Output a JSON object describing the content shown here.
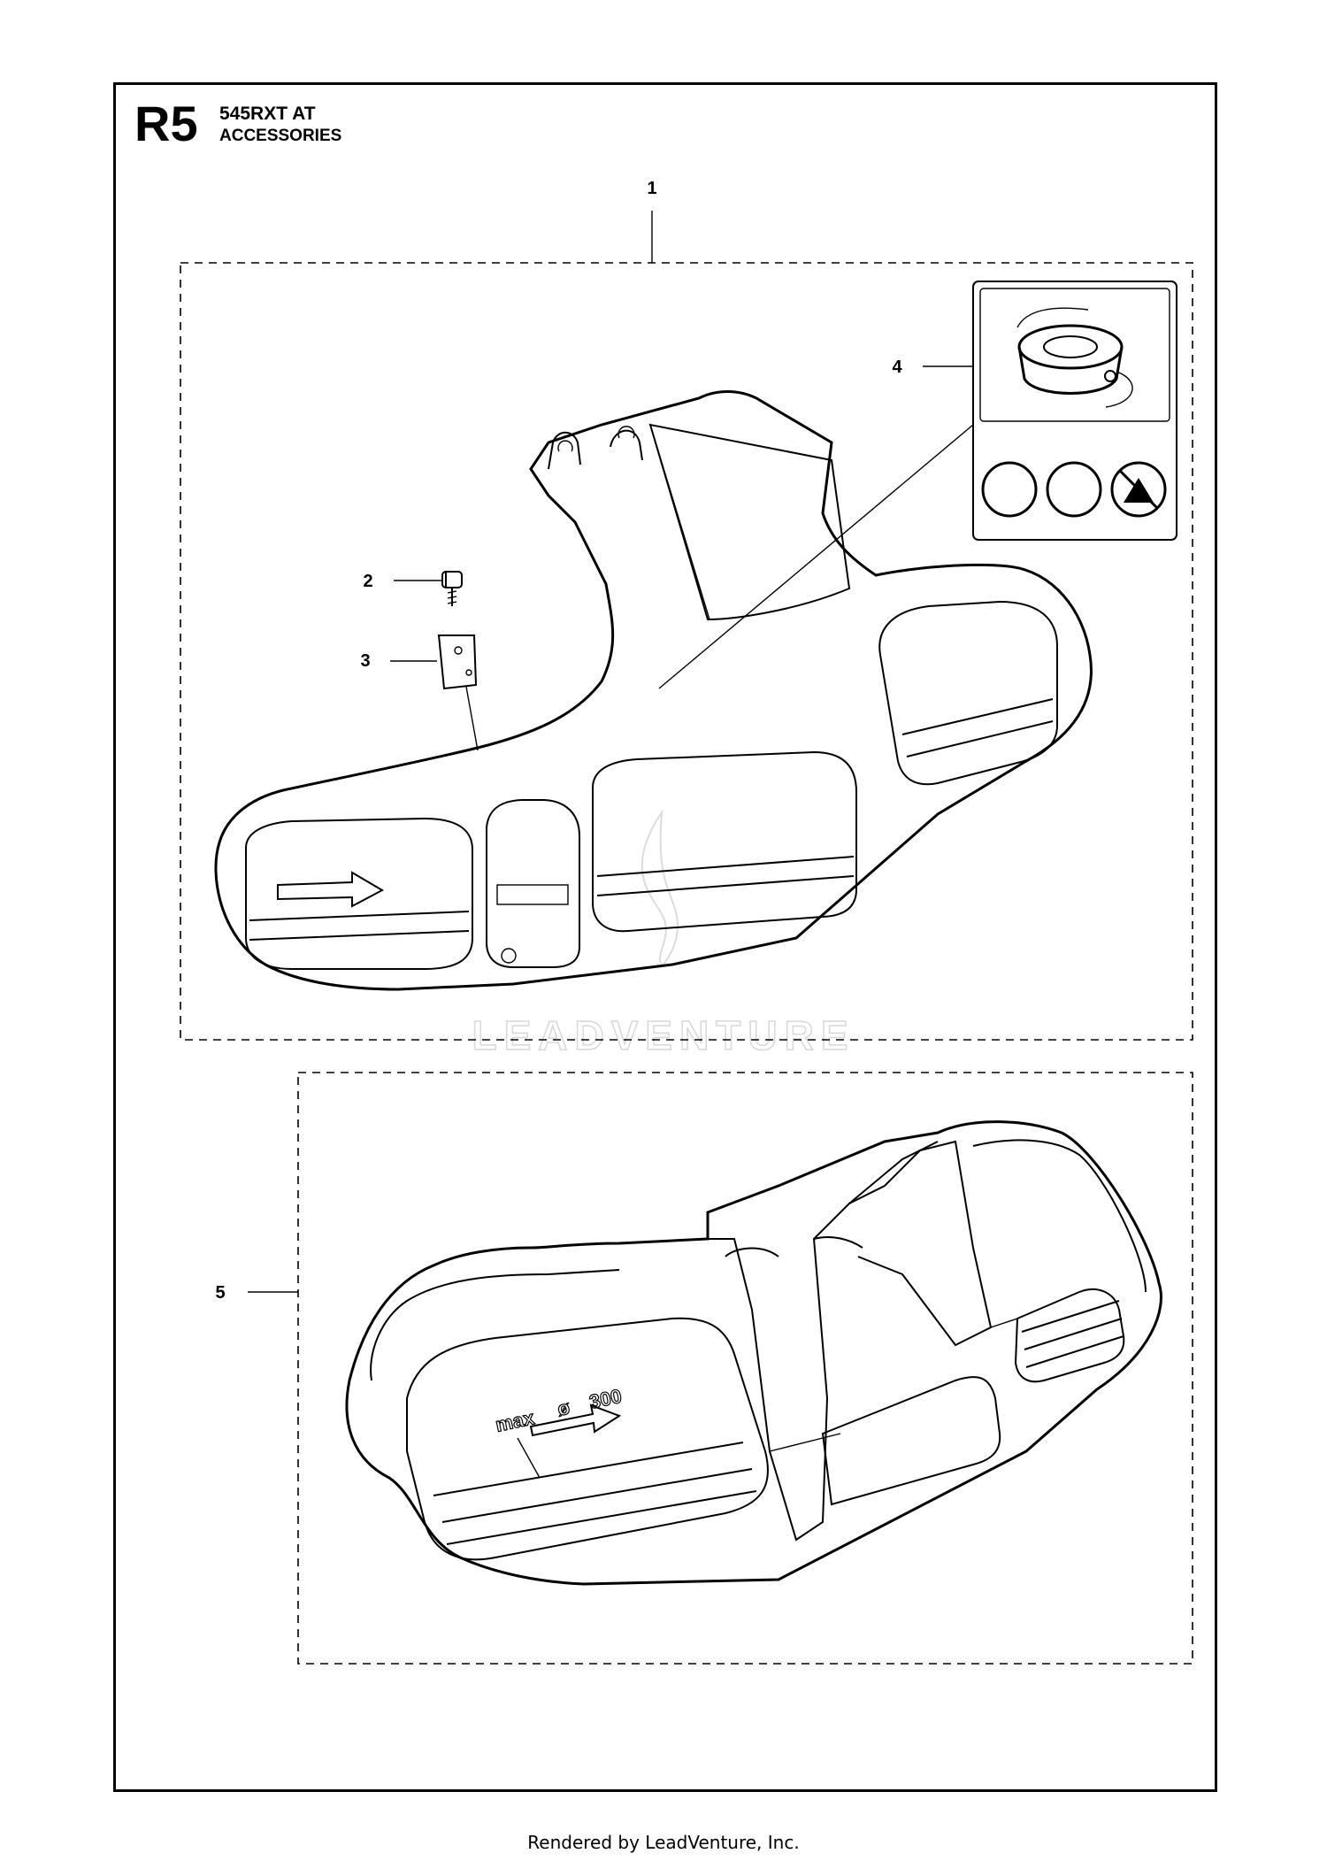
{
  "header": {
    "code": "R5",
    "model": "545RXT AT",
    "section": "ACCESSORIES"
  },
  "callouts": [
    "1",
    "2",
    "3",
    "4",
    "5"
  ],
  "guard_label": {
    "max": "max",
    "diameter": "ø",
    "size": "300"
  },
  "watermark": "LEADVENTURE",
  "footer": "Rendered by LeadVenture, Inc."
}
